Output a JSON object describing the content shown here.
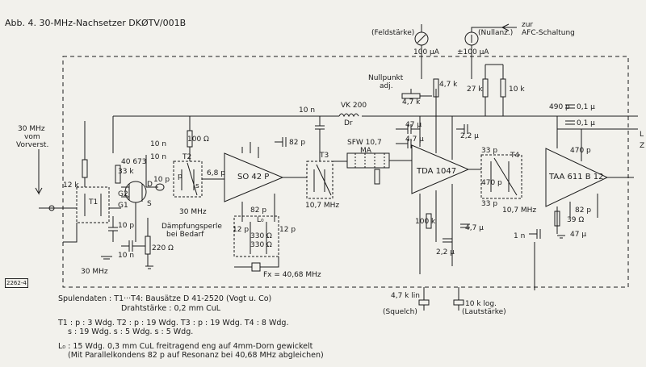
{
  "title": "Abb. 4. 30-MHz-Nachsetzer DKØTV/001B",
  "drawing_code": "2262-4",
  "components": {
    "input": [
      "30 MHz",
      "vom",
      "Vorverst."
    ],
    "to_afc": [
      "zur",
      "AFC-Schaltung"
    ],
    "meter1": {
      "label": "(Feldstärke)",
      "value": "100 µA"
    },
    "meter2": {
      "label": "(Nullanz.)",
      "value": "±100 µA"
    },
    "nullpunkt": [
      "Nullpunkt",
      "adj."
    ],
    "res": [
      "12 k",
      "33 k",
      "100 Ω",
      "220 Ω",
      "330 Ω",
      "330 Ω",
      "4,7 k",
      "4,7 k",
      "27 k",
      "10 k",
      "100 k",
      "39 Ω",
      "4,7 k lin",
      "10 k log."
    ],
    "caps": [
      "10 n",
      "10 n",
      "10 n",
      "10 n",
      "10 p",
      "10 p",
      "6,8 p",
      "82 p",
      "82 p",
      "12 p",
      "12 p",
      "47 µ",
      "4,7 µ",
      "2,2 µ",
      "4,7 µ",
      "2,2 µ",
      "33 p",
      "33 p",
      "470 p",
      "470 p",
      "490 p",
      "0,1 µ",
      "0,1 µ",
      "1 n",
      "82 p",
      "47 µ"
    ],
    "parts": [
      "40 673",
      "SO 42 P",
      "TDA 1047",
      "TAA 611 B 12",
      "VK 200",
      "Dr",
      "SFW 10,7",
      "MA",
      "L₀",
      "Fx = 40,68 MHz"
    ],
    "transformers": [
      "T1",
      "T2",
      "T3",
      "T4"
    ],
    "freq_labels": [
      "30 MHz",
      "30 MHz",
      "10,7 MHz",
      "10,7 MHz"
    ],
    "misc": [
      "Dämpfungsperle",
      "bei Bedarf",
      "(Squelch)",
      "(Lautstärke)",
      "L",
      "Z",
      "G2",
      "G1",
      "D",
      "S",
      "p",
      "s"
    ]
  },
  "notes": {
    "line1": "Spulendaten : T1···T4: Bausätze  D 41-2520  (Vogt u. Co)",
    "line2": "Drahtstärke : 0,2 mm CuL",
    "line3": "T1 : p : 3 Wdg.    T2 : p : 19 Wdg.    T3 : p : 19 Wdg.    T4 : 8 Wdg.",
    "line4": "s : 19 Wdg.         s : 5 Wdg.          s : 5 Wdg.",
    "line5": "L₀ : 15 Wdg. 0,3 mm CuL  freitragend eng auf 4mm-Dorn gewickelt",
    "line6": "(Mit Parallelkondens  82 p  auf Resonanz bei 40,68 MHz abgleichen)"
  },
  "colors": {
    "paper": "#f2f1ec",
    "ink": "#1b1b1b"
  }
}
